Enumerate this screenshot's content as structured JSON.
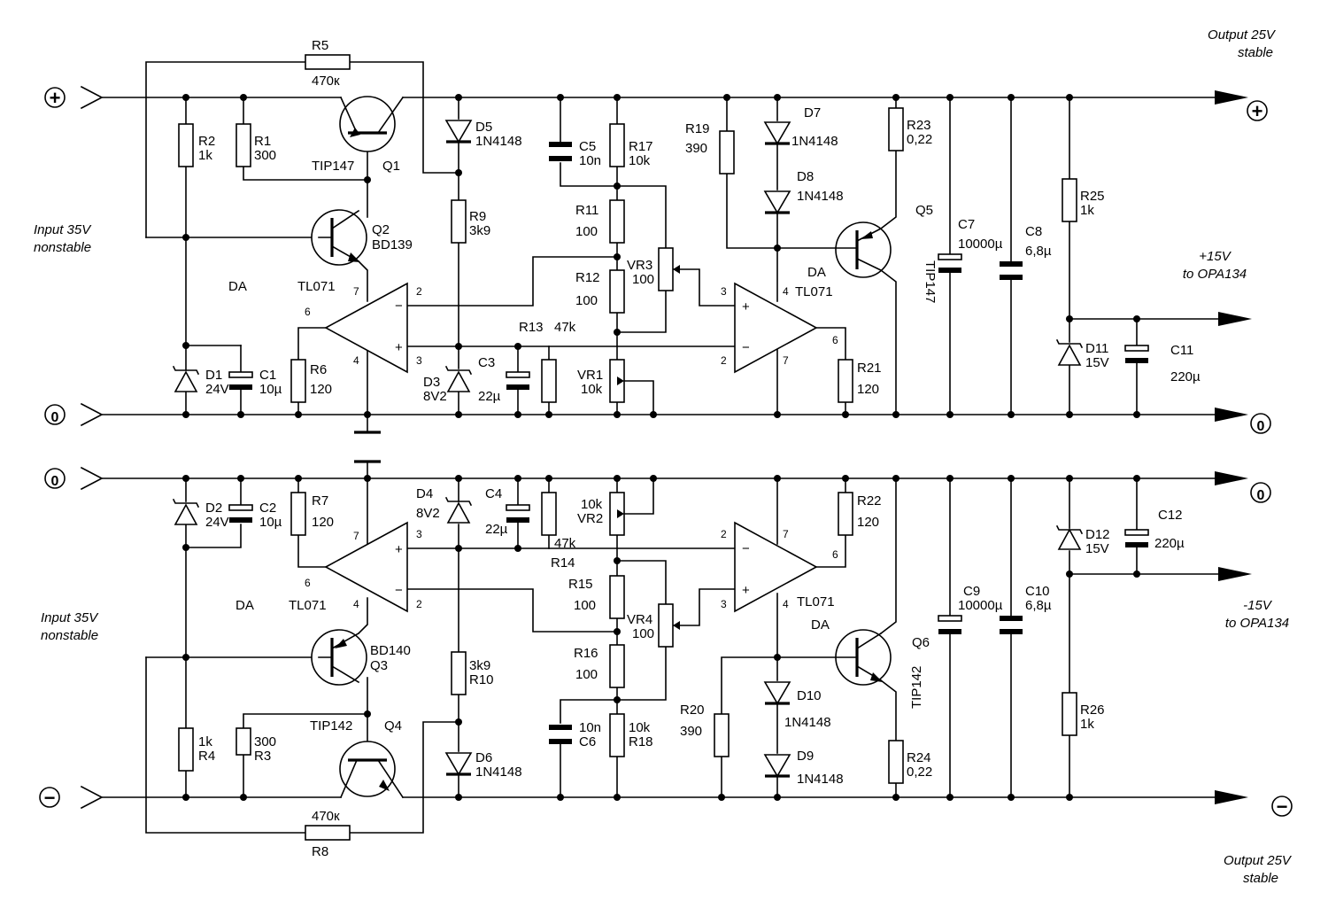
{
  "notes": {
    "output_top": [
      "Output 25V",
      "stable"
    ],
    "output_bottom": [
      "Output 25V",
      "stable"
    ],
    "input_top": [
      "Input 35V",
      "nonstable"
    ],
    "input_bottom": [
      "Input 35V",
      "nonstable"
    ],
    "plus15": [
      "+15V",
      "to OPA134"
    ],
    "minus15": [
      "-15V",
      "to OPA134"
    ]
  },
  "terminals": {
    "plus": "+",
    "zero": "0",
    "minus": "−"
  },
  "top": {
    "R5": "R5",
    "R5v": "470к",
    "R2": "R2",
    "R2v": "1k",
    "R1": "R1",
    "R1v": "300",
    "Q1": "Q1",
    "Q1t": "TIP147",
    "Q2": "Q2",
    "Q2t": "BD139",
    "D5": "D5",
    "D5t": "1N4148",
    "C5": "C5",
    "C5v": "10n",
    "R17": "R17",
    "R17v": "10k",
    "R19": "R19",
    "R19v": "390",
    "D7": "D7",
    "D7t": "1N4148",
    "D8": "D8",
    "D8t": "1N4148",
    "R23": "R23",
    "R23v": "0,22",
    "R9": "R9",
    "R9v": "3k9",
    "R11": "R11",
    "R11v": "100",
    "R12": "R12",
    "R12v": "100",
    "VR3": "VR3",
    "VR3v": "100",
    "Q5": "Q5",
    "Q5t": "TIP147",
    "C7": "C7",
    "C7v": "10000µ",
    "C8": "C8",
    "C8v": "6,8µ",
    "R25": "R25",
    "R25v": "1k",
    "DA1": "DA",
    "DA1t": "TL071",
    "DA2": "DA",
    "DA2t": "TL071",
    "R13": "R13",
    "R13v": "47k",
    "D1": "D1",
    "D1v": "24V",
    "C1": "C1",
    "C1v": "10µ",
    "R6": "R6",
    "R6v": "120",
    "D3": "D3",
    "D3v": "8V2",
    "C3": "C3",
    "C3v": "22µ",
    "VR1": "VR1",
    "VR1v": "10k",
    "R21": "R21",
    "R21v": "120",
    "D11": "D11",
    "D11v": "15V",
    "C11": "C11",
    "C11v": "220µ",
    "pins": {
      "p7a": "7",
      "p6a": "6",
      "p4a": "4",
      "p2a": "2",
      "p3a": "3",
      "p3b": "3",
      "p4b": "4",
      "p2b": "2",
      "p7b": "7",
      "p6b": "6"
    }
  },
  "bottom": {
    "D2": "D2",
    "D2v": "24V",
    "C2": "C2",
    "C2v": "10µ",
    "R7": "R7",
    "R7v": "120",
    "D4": "D4",
    "D4v": "8V2",
    "C4": "C4",
    "C4v": "22µ",
    "VR2": "VR2",
    "VR2v": "10k",
    "R14": "R14",
    "R14v": "47k",
    "R22": "R22",
    "R22v": "120",
    "C12": "C12",
    "C12v": "220µ",
    "D12": "D12",
    "D12v": "15V",
    "DA1": "DA",
    "DA1t": "TL071",
    "DA2": "DA",
    "DA2t": "TL071",
    "R15": "R15",
    "R15v": "100",
    "VR4": "VR4",
    "VR4v": "100",
    "Q3": "Q3",
    "Q3t": "BD140",
    "Q4": "Q4",
    "Q4t": "TIP142",
    "R10": "R10",
    "R10v": "3k9",
    "R16": "R16",
    "R16v": "100",
    "C9": "C9",
    "C9v": "10000µ",
    "C10": "C10",
    "C10v": "6,8µ",
    "Q6": "Q6",
    "Q6t": "TIP142",
    "R4": "R4",
    "R4v": "1k",
    "R3": "R3",
    "R3v": "300",
    "C6": "C6",
    "C6v": "10n",
    "R18": "R18",
    "R18v": "10k",
    "R20": "R20",
    "R20v": "390",
    "D10": "D10",
    "D10t": "1N4148",
    "D9": "D9",
    "D9t": "1N4148",
    "R24": "R24",
    "R24v": "0,22",
    "R26": "R26",
    "R26v": "1k",
    "D6": "D6",
    "D6t": "1N4148",
    "R8": "R8",
    "R8v": "470к",
    "pins": {
      "p7a": "7",
      "p3a": "3",
      "p6a": "6",
      "p2a": "2",
      "p4a": "4",
      "p2b": "2",
      "p7b": "7",
      "p6b": "6",
      "p3b": "3",
      "p4b": "4"
    }
  }
}
